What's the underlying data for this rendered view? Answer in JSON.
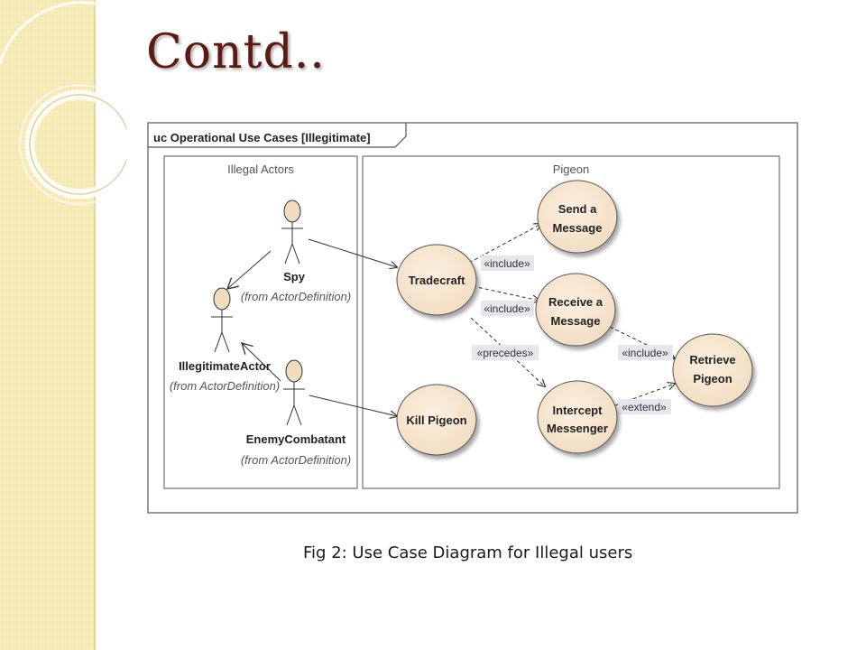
{
  "slide": {
    "title": "Contd..",
    "caption": "Fig 2: Use Case Diagram for Illegal users"
  },
  "diagram": {
    "frame_label": "uc Operational Use Cases [Illegitimate]",
    "boundaries": [
      {
        "id": "illegal-actors",
        "label": "Illegal Actors"
      },
      {
        "id": "pigeon",
        "label": "Pigeon"
      }
    ],
    "actors": [
      {
        "id": "spy",
        "name": "Spy",
        "source": "(from ActorDefinition)"
      },
      {
        "id": "illegitimate-actor",
        "name": "IllegitimateActor",
        "source": "(from ActorDefinition)"
      },
      {
        "id": "enemy-combatant",
        "name": "EnemyCombatant",
        "source": "(from ActorDefinition)"
      }
    ],
    "use_cases": [
      {
        "id": "tradecraft",
        "name_lines": [
          "Tradecraft"
        ]
      },
      {
        "id": "kill-pigeon",
        "name_lines": [
          "Kill Pigeon"
        ]
      },
      {
        "id": "send-a-message",
        "name_lines": [
          "Send a",
          "Message"
        ]
      },
      {
        "id": "receive-a-message",
        "name_lines": [
          "Receive a",
          "Message"
        ]
      },
      {
        "id": "intercept-messenger",
        "name_lines": [
          "Intercept",
          "Messenger"
        ]
      },
      {
        "id": "retrieve-pigeon",
        "name_lines": [
          "Retrieve",
          "Pigeon"
        ]
      }
    ],
    "relationships": [
      {
        "from": "spy",
        "to": "illegitimate-actor",
        "kind": "generalization"
      },
      {
        "from": "enemy-combatant",
        "to": "illegitimate-actor",
        "kind": "generalization"
      },
      {
        "from": "spy",
        "to": "tradecraft",
        "kind": "association"
      },
      {
        "from": "enemy-combatant",
        "to": "kill-pigeon",
        "kind": "association"
      },
      {
        "from": "tradecraft",
        "to": "send-a-message",
        "kind": "dependency",
        "stereotype": "«include»"
      },
      {
        "from": "tradecraft",
        "to": "receive-a-message",
        "kind": "dependency",
        "stereotype": "«include»"
      },
      {
        "from": "tradecraft",
        "to": "intercept-messenger",
        "kind": "dependency",
        "stereotype": "«precedes»"
      },
      {
        "from": "receive-a-message",
        "to": "retrieve-pigeon",
        "kind": "dependency",
        "stereotype": "«include»"
      },
      {
        "from": "intercept-messenger",
        "to": "retrieve-pigeon",
        "kind": "dependency",
        "stereotype": "«extend»"
      }
    ]
  },
  "colors": {
    "title": "#5c1a12",
    "side_band": "#f6e7ad",
    "use_case_fill": "#f7e6cf",
    "stereotype_bg": "#e6e6ec"
  }
}
